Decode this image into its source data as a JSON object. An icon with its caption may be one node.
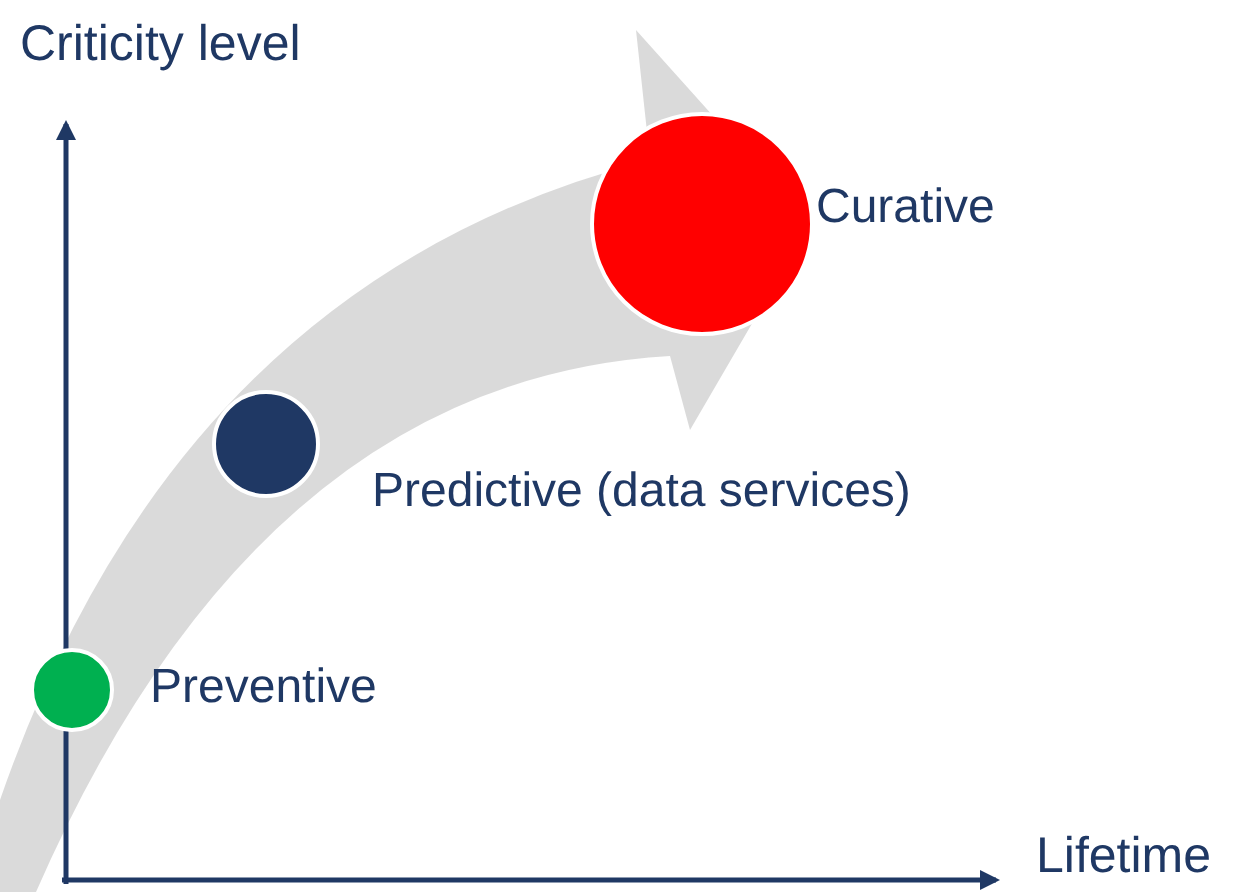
{
  "diagram": {
    "nodes": [
      {
        "text": [
          "Preventive"
        ]
      },
      {
        "text": [
          "Predictive (data services)"
        ]
      },
      {
        "text": [
          "Curative"
        ]
      }
    ],
    "labels": [
      "Criticity level",
      "Lifetime"
    ]
  }
}
